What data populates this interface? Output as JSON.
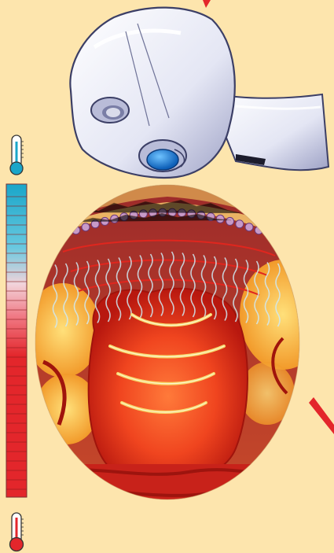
{
  "colors": {
    "background": "#fde5ad",
    "cold": "#1aa6c9",
    "warm": "#e3262b",
    "device_body": "#e8e9f4",
    "device_shadow": "#8f93b8",
    "device_button": "#1a7fd6",
    "heat_arc": "#f7d86a"
  },
  "thermometer_top": {
    "icon": "cold-thermometer-icon",
    "bulb_color": "#1aa6c9"
  },
  "thermometer_bottom": {
    "icon": "hot-thermometer-icon",
    "bulb_color": "#e3262b"
  },
  "scale": {
    "orientation": "vertical",
    "direction": "cold-to-hot",
    "stops": [
      "#1aa6c9",
      "#67c8df",
      "#f2b8c4",
      "#e3262b"
    ]
  },
  "device": {
    "icon": "handheld-rf-device-icon"
  },
  "tissue": {
    "shape": "ellipse",
    "layers": [
      "epidermis",
      "dermis",
      "subcutaneous-fat"
    ]
  }
}
